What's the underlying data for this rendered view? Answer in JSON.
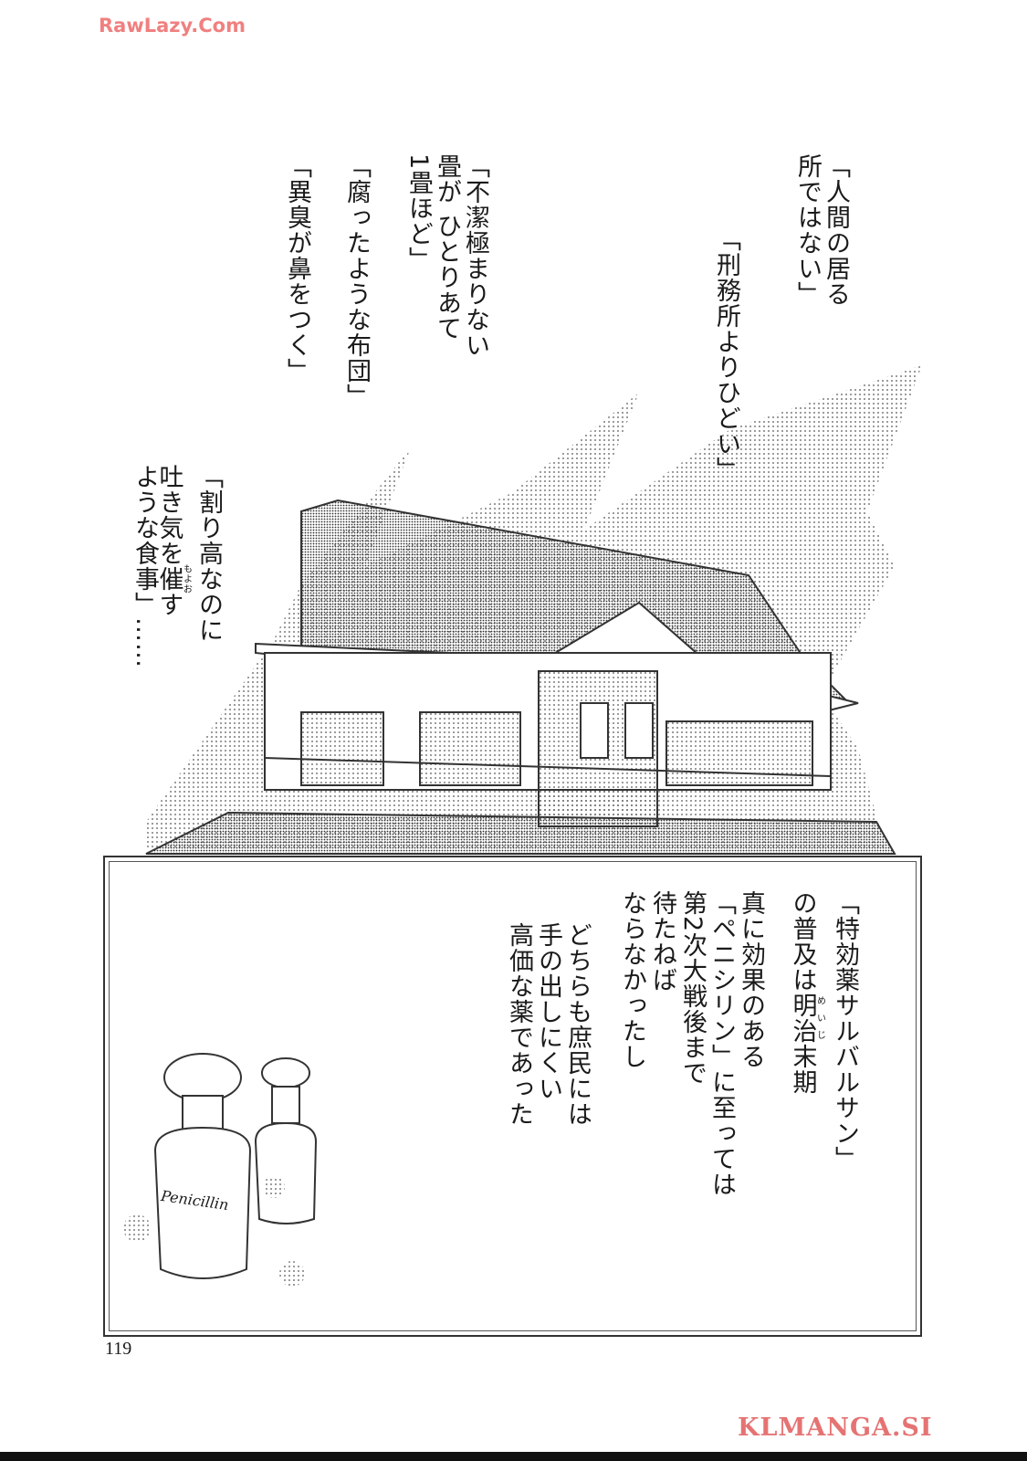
{
  "watermarks": {
    "top": "RawLazy.Com",
    "bottom": "KLMANGA.SI"
  },
  "page_number": "119",
  "top_captions": [
    {
      "lines": [
        "「人間の居る",
        "所ではない」"
      ]
    },
    {
      "lines": [
        "「刑務所よりひどい」"
      ]
    },
    {
      "lines": [
        "「不潔極まりない",
        "畳が ひとりあて",
        "1畳ほど」"
      ]
    },
    {
      "lines": [
        "「腐ったような布団」"
      ]
    },
    {
      "lines": [
        "「異臭が鼻をつく」"
      ]
    },
    {
      "lines": [
        "「割り高なのに",
        "吐き気を",
        "催",
        "す",
        "ような食事」……"
      ],
      "ruby": "もよお"
    }
  ],
  "bottom_panel": {
    "para1": [
      "「特効薬サルバルサン」",
      "の普及は",
      "明治",
      "末期"
    ],
    "para1_ruby": "めいじ",
    "para2": [
      "真に効果のある",
      "「ペニシリン」に至っては",
      "第2次大戦後まで",
      "待たねば",
      "ならなかったし"
    ],
    "para3": [
      "どちらも庶民には",
      "手の出しにくい",
      "高価な薬であった"
    ],
    "bottle_label": "Penicillin"
  },
  "colors": {
    "watermark_top": "#f08080",
    "watermark_bottom": "#e57373",
    "ink": "#1a1a1a",
    "screentone": "#9a9a9a"
  }
}
